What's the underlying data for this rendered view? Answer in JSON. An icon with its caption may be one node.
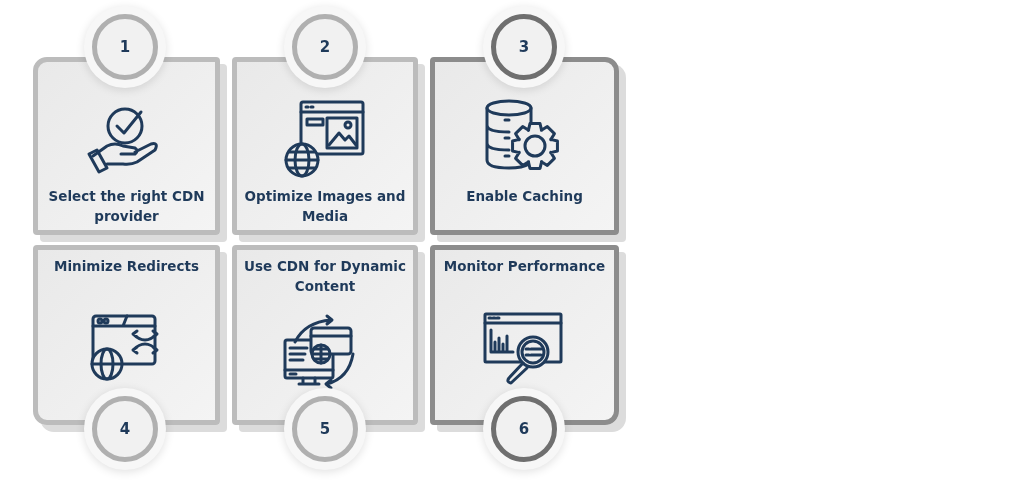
{
  "diagram": {
    "nodes": [
      {
        "text": [
          "1"
        ]
      },
      {
        "text": [
          "Select the right CDN provider"
        ]
      },
      {
        "text": [
          "2"
        ]
      },
      {
        "text": [
          "Optimize Images and Media"
        ]
      },
      {
        "text": [
          "3"
        ]
      },
      {
        "text": [
          "Enable Caching"
        ]
      },
      {
        "text": [
          "Minimize Redirects"
        ]
      },
      {
        "text": [
          "4"
        ]
      },
      {
        "text": [
          "Use CDN for Dynamic Content"
        ]
      },
      {
        "text": [
          "5"
        ]
      },
      {
        "text": [
          "Monitor Performance"
        ]
      },
      {
        "text": [
          "6"
        ]
      }
    ]
  }
}
